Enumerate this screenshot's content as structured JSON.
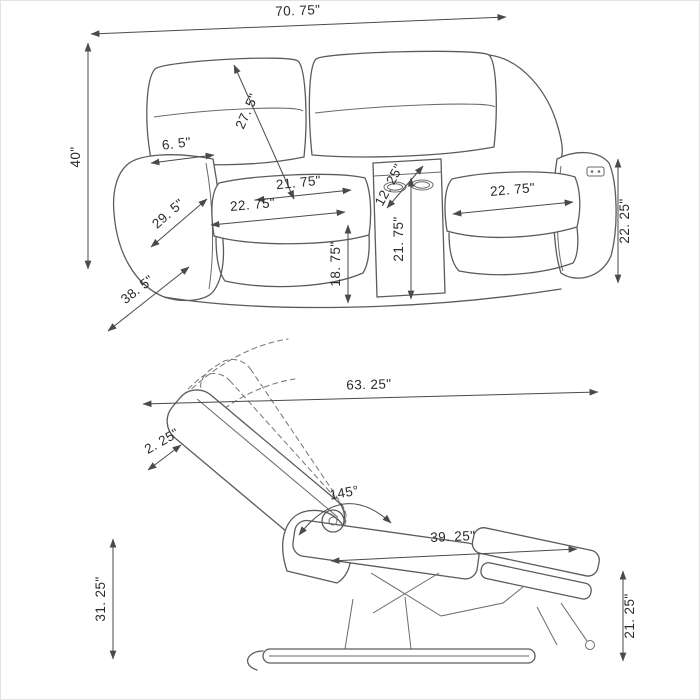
{
  "page": {
    "background": "#ffffff",
    "line_color": "#5b5b5b",
    "dimension_color": "#4a4a4a"
  },
  "loveseat": {
    "view": "power reclining loveseat with console - front three-quarter view",
    "dims": {
      "overall_width": "70. 75\"",
      "overall_height": "40\"",
      "back_height": "27. 5\"",
      "arm_top_width": "6. 5\"",
      "back_cushion_width": "21. 75\"",
      "left_seat_width": "22. 75\"",
      "console_width": "12. 25\"",
      "right_seat_width": "22. 75\"",
      "arm_height": "22. 25\"",
      "arm_depth": "29. 5\"",
      "overall_depth": "38. 5\"",
      "seat_height": "18. 75\"",
      "console_height": "21. 75\""
    }
  },
  "recliner": {
    "view": "recliner mechanism - reclined side view",
    "dims": {
      "reclined_length": "63. 25\"",
      "wall_clearance": "2. 25\"",
      "recline_angle": "145°",
      "seat_to_footrest_length": "39. 25\"",
      "back_height_reclined": "31. 25\"",
      "footrest_height": "21. 25\""
    }
  }
}
